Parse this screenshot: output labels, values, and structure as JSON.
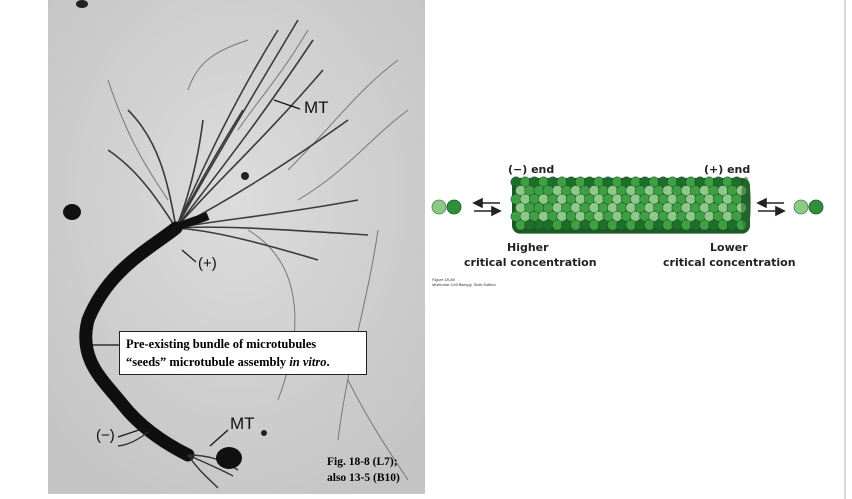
{
  "micrograph": {
    "label_mt_top": "MT",
    "label_plus": "(+)",
    "label_minus": "(−)",
    "label_mt_bottom": "MT",
    "box_line1": "Pre-existing bundle of microtubules",
    "box_line2_a": "“seeds” microtubule assembly ",
    "box_line2_italic": "in vitro",
    "box_line2_end": ".",
    "caption_line1": "Fig. 18-8 (L7);",
    "caption_line2": "also 13-5 (B10)"
  },
  "diagram": {
    "minus_end": "(−) end",
    "plus_end": "(+) end",
    "left_label_line1": "Higher",
    "left_label_line2": "critical concentration",
    "right_label_line1": "Lower",
    "right_label_line2": "critical concentration",
    "credit_line1": "Figure 18-8b",
    "credit_line2": "Molecular Cell Biology, Sixth Edition",
    "colors": {
      "light": "#8fc98a",
      "mid": "#3f9f45",
      "dark": "#1f6f2c"
    }
  }
}
